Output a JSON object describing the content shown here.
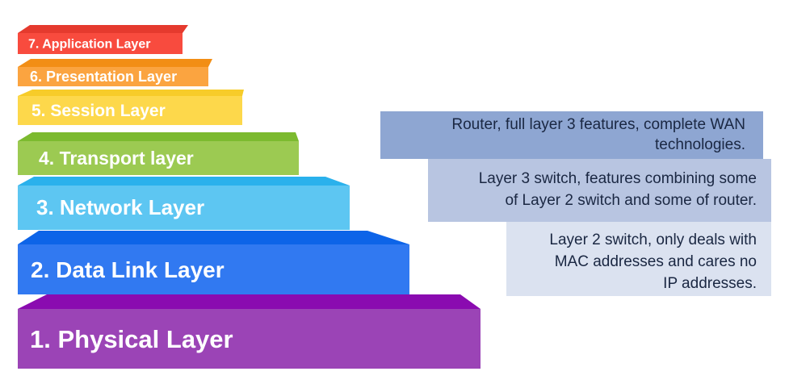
{
  "background": "#ffffff",
  "label_color": "#ffffff",
  "annotation_text_color": "#1a2742",
  "layers": [
    {
      "label": "7. Application Layer",
      "front_color": "#f84b3e",
      "top_color": "#e53a2e"
    },
    {
      "label": "6. Presentation Layer",
      "front_color": "#fba440",
      "top_color": "#f28e15"
    },
    {
      "label": "5. Session Layer",
      "front_color": "#fdd84b",
      "top_color": "#f7cc29"
    },
    {
      "label": "4. Transport layer",
      "front_color": "#9cca52",
      "top_color": "#7cba2f"
    },
    {
      "label": "3. Network Layer",
      "front_color": "#5dc6f2",
      "top_color": "#2ab1ec"
    },
    {
      "label": "2. Data Link Layer",
      "front_color": "#3179f1",
      "top_color": "#0d64e8"
    },
    {
      "label": "1. Physical Layer",
      "front_color": "#9b44b6",
      "top_color": "#8a0bb0"
    }
  ],
  "annotations": [
    {
      "bg": "#8ea6d2",
      "lines": [
        "Router, full layer 3 features, complete WAN",
        "technologies."
      ]
    },
    {
      "bg": "#b8c5e1",
      "lines": [
        "Layer 3 switch, features combining some",
        "of Layer 2 switch and some of router."
      ]
    },
    {
      "bg": "#dbe2f0",
      "lines": [
        "Layer 2 switch, only deals with",
        "MAC addresses and cares no",
        "IP addresses."
      ]
    }
  ]
}
